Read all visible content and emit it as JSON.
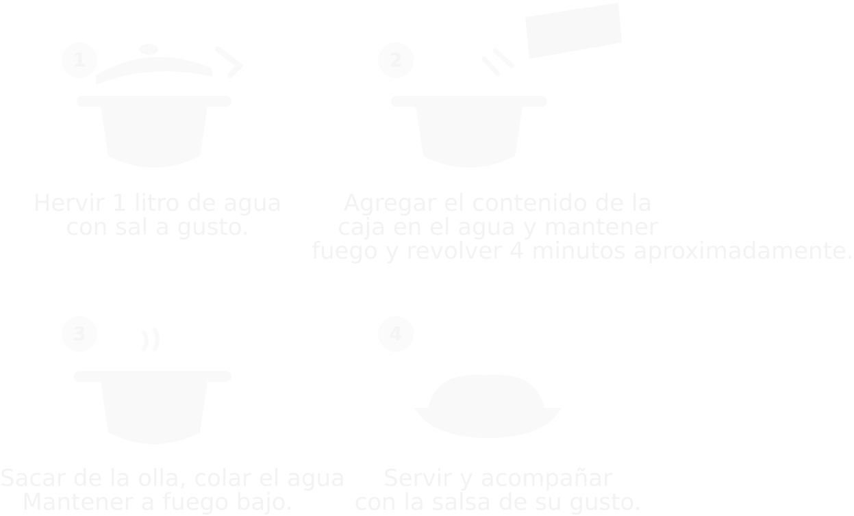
{
  "steps": [
    {
      "number": "1",
      "icon": "pot-with-lid-icon",
      "caption_lines": [
        "Hervir 1 litro de agua",
        "con sal a gusto."
      ]
    },
    {
      "number": "2",
      "icon": "pot-with-pasta-icon",
      "caption_lines": [
        "Agregar el contenido de la",
        "caja en el agua y mantener",
        "fuego y revolver 4 minutos aproximadamente."
      ]
    },
    {
      "number": "3",
      "icon": "boiling-pot-icon",
      "caption_lines": [
        "Sacar de la olla, colar el agua",
        "Mantener a fuego bajo."
      ]
    },
    {
      "number": "4",
      "icon": "plate-of-pasta-icon",
      "caption_lines": [
        "Servir y acompañar",
        "con la salsa de su gusto."
      ]
    }
  ],
  "colors": {
    "background": "#ffffff",
    "artwork": "#f8f8f8",
    "text": "#f3f3f3"
  }
}
